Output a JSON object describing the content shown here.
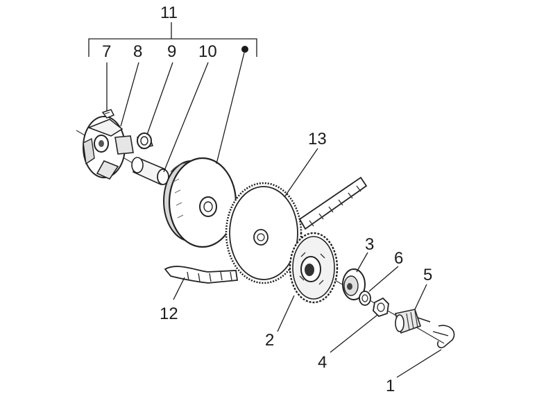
{
  "diagram": {
    "callouts": [
      {
        "id": "c11",
        "label": "11"
      },
      {
        "id": "c7",
        "label": "7"
      },
      {
        "id": "c8",
        "label": "8"
      },
      {
        "id": "c9",
        "label": "9"
      },
      {
        "id": "c10",
        "label": "10"
      },
      {
        "id": "c13",
        "label": "13"
      },
      {
        "id": "c3",
        "label": "3"
      },
      {
        "id": "c6",
        "label": "6"
      },
      {
        "id": "c5",
        "label": "5"
      },
      {
        "id": "c12",
        "label": "12"
      },
      {
        "id": "c2",
        "label": "2"
      },
      {
        "id": "c4",
        "label": "4"
      },
      {
        "id": "c1",
        "label": "1"
      }
    ]
  }
}
